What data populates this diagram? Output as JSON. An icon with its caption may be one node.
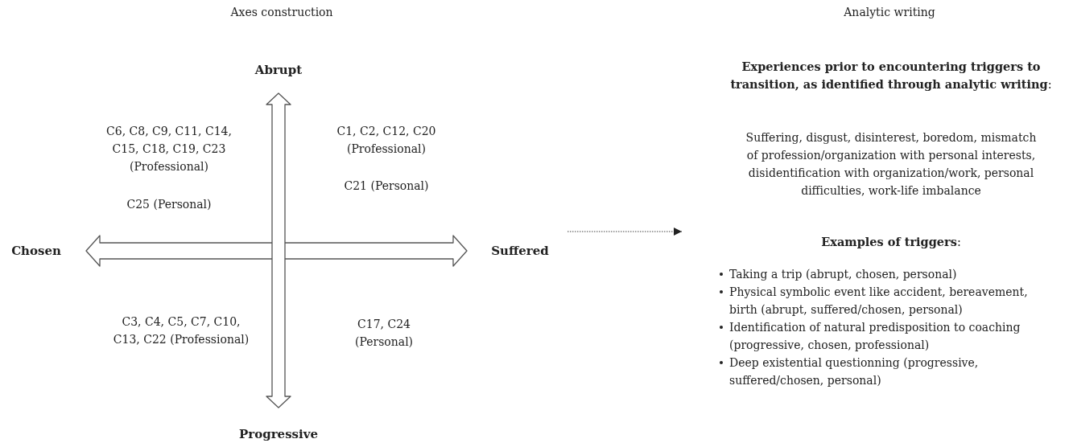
{
  "diagram": {
    "nodes": [
      {
        "text": [
          "Axes construction"
        ]
      },
      {
        "text": [
          "Analytic writing",
          "**Experiences prior to encountering triggers to transition, as identified through analytic writing**:",
          "Suffering, disgust, disinterest, boredom, mismatch of profession/organization with personal interests, disidentification with organization/work, personal difficulties, work-life imbalance",
          "**Examples of triggers**:",
          "Taking a trip (abrupt, chosen, personal)",
          "Physical symbolic event like accident, bereavement, birth (abrupt, suffered/chosen, personal)",
          "Identification of natural predisposition to coaching (progressive, chosen, professional)",
          "Deep existential questionning (progressive, suffered/chosen, personal)"
        ]
      }
    ],
    "edges": [
      {
        "from": null,
        "to": 1,
        "arrow": "to",
        "style": "dashed"
      }
    ],
    "labels": [
      "Abrupt",
      "C6, C8, C9, C11, C14, C15, C18, C19, C23 (Professional)",
      "C1, C2, C12, C20 (Professional)",
      "C21 (Personal)",
      "C25 (Personal)",
      "Chosen",
      "Suffered",
      "C3, C4, C5, C7, C10, C13, C22 (Professional)",
      "C17, C24 (Personal)",
      "Progressive"
    ]
  }
}
